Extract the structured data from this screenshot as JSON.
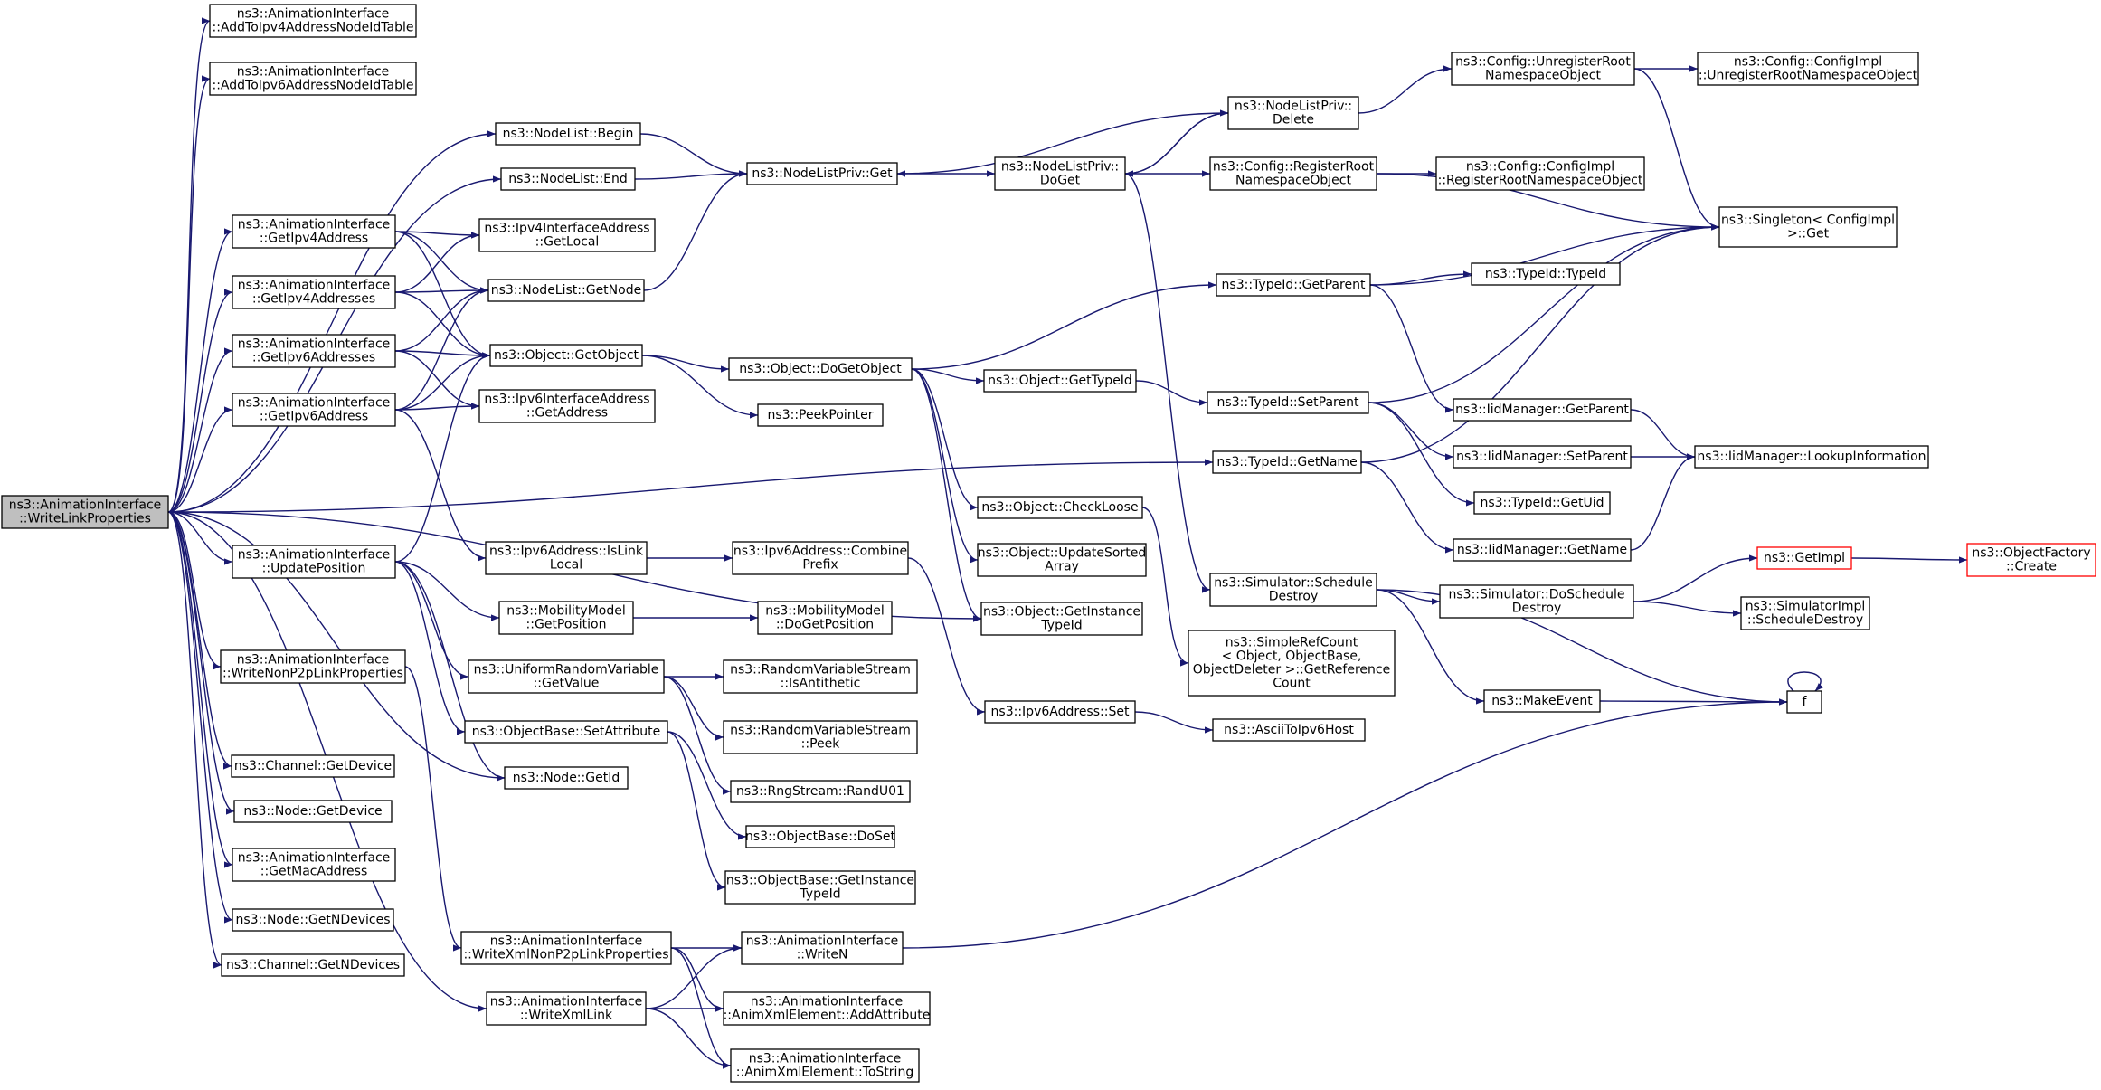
{
  "colors": {
    "edge": "#191970",
    "node_border": "#000000",
    "node_fill": "#ffffff",
    "root_fill": "#bfbfbf",
    "root_border": "#000000",
    "missing_border": "#ff0000"
  },
  "nodes": [
    {
      "id": "root",
      "lines": [
        "ns3::AnimationInterface",
        "::WriteLinkProperties"
      ],
      "style": "root"
    },
    {
      "id": "addV4Table",
      "lines": [
        "ns3::AnimationInterface",
        "::AddToIpv4AddressNodeIdTable"
      ]
    },
    {
      "id": "addV6Table",
      "lines": [
        "ns3::AnimationInterface",
        "::AddToIpv6AddressNodeIdTable"
      ]
    },
    {
      "id": "nlBegin",
      "lines": [
        "ns3::NodeList::Begin"
      ]
    },
    {
      "id": "nlEnd",
      "lines": [
        "ns3::NodeList::End"
      ]
    },
    {
      "id": "getIpv4",
      "lines": [
        "ns3::AnimationInterface",
        "::GetIpv4Address"
      ]
    },
    {
      "id": "getIpv4s",
      "lines": [
        "ns3::AnimationInterface",
        "::GetIpv4Addresses"
      ]
    },
    {
      "id": "getIpv6s",
      "lines": [
        "ns3::AnimationInterface",
        "::GetIpv6Addresses"
      ]
    },
    {
      "id": "getIpv6",
      "lines": [
        "ns3::AnimationInterface",
        "::GetIpv6Address"
      ]
    },
    {
      "id": "updatePos",
      "lines": [
        "ns3::AnimationInterface",
        "::UpdatePosition"
      ]
    },
    {
      "id": "writeNonP2p",
      "lines": [
        "ns3::AnimationInterface",
        "::WriteNonP2pLinkProperties"
      ]
    },
    {
      "id": "chGetDevice",
      "lines": [
        "ns3::Channel::GetDevice"
      ]
    },
    {
      "id": "nodeGetDevice",
      "lines": [
        "ns3::Node::GetDevice"
      ]
    },
    {
      "id": "getMac",
      "lines": [
        "ns3::AnimationInterface",
        "::GetMacAddress"
      ]
    },
    {
      "id": "nodeGetNDev",
      "lines": [
        "ns3::Node::GetNDevices"
      ]
    },
    {
      "id": "chGetNDev",
      "lines": [
        "ns3::Channel::GetNDevices"
      ]
    },
    {
      "id": "ipv4IfGetLocal",
      "lines": [
        "ns3::Ipv4InterfaceAddress",
        "::GetLocal"
      ]
    },
    {
      "id": "nlGetNode",
      "lines": [
        "ns3::NodeList::GetNode"
      ]
    },
    {
      "id": "objGetObject",
      "lines": [
        "ns3::Object::GetObject"
      ]
    },
    {
      "id": "ipv6IfGetAddr",
      "lines": [
        "ns3::Ipv6InterfaceAddress",
        "::GetAddress"
      ]
    },
    {
      "id": "ipv6IsLinkLocal",
      "lines": [
        "ns3::Ipv6Address::IsLink",
        "Local"
      ]
    },
    {
      "id": "mmGetPos",
      "lines": [
        "ns3::MobilityModel",
        "::GetPosition"
      ]
    },
    {
      "id": "urvGetValue",
      "lines": [
        "ns3::UniformRandomVariable",
        "::GetValue"
      ]
    },
    {
      "id": "obSetAttr",
      "lines": [
        "ns3::ObjectBase::SetAttribute"
      ]
    },
    {
      "id": "nodeGetId",
      "lines": [
        "ns3::Node::GetId"
      ]
    },
    {
      "id": "writeXmlNonP2p",
      "lines": [
        "ns3::AnimationInterface",
        "::WriteXmlNonP2pLinkProperties"
      ]
    },
    {
      "id": "writeXmlLink",
      "lines": [
        "ns3::AnimationInterface",
        "::WriteXmlLink"
      ]
    },
    {
      "id": "nlpGet",
      "lines": [
        "ns3::NodeListPriv::Get"
      ]
    },
    {
      "id": "objDoGetObject",
      "lines": [
        "ns3::Object::DoGetObject"
      ]
    },
    {
      "id": "peekPointer",
      "lines": [
        "ns3::PeekPointer"
      ]
    },
    {
      "id": "ipv6CombinePrefix",
      "lines": [
        "ns3::Ipv6Address::Combine",
        "Prefix"
      ]
    },
    {
      "id": "mmDoGetPos",
      "lines": [
        "ns3::MobilityModel",
        "::DoGetPosition"
      ]
    },
    {
      "id": "rvsIsAntithetic",
      "lines": [
        "ns3::RandomVariableStream",
        "::IsAntithetic"
      ]
    },
    {
      "id": "rvsPeek",
      "lines": [
        "ns3::RandomVariableStream",
        "::Peek"
      ]
    },
    {
      "id": "rngRandU01",
      "lines": [
        "ns3::RngStream::RandU01"
      ]
    },
    {
      "id": "obDoSet",
      "lines": [
        "ns3::ObjectBase::DoSet"
      ]
    },
    {
      "id": "obGetInstTid",
      "lines": [
        "ns3::ObjectBase::GetInstance",
        "TypeId"
      ]
    },
    {
      "id": "aiWriteN",
      "lines": [
        "ns3::AnimationInterface",
        "::WriteN"
      ]
    },
    {
      "id": "aiAddAttr",
      "lines": [
        "ns3::AnimationInterface",
        "::AnimXmlElement::AddAttribute"
      ]
    },
    {
      "id": "aiToString",
      "lines": [
        "ns3::AnimationInterface",
        "::AnimXmlElement::ToString"
      ]
    },
    {
      "id": "nlpDoGet",
      "lines": [
        "ns3::NodeListPriv::",
        "DoGet"
      ]
    },
    {
      "id": "objGetTypeId",
      "lines": [
        "ns3::Object::GetTypeId"
      ]
    },
    {
      "id": "objCheckLoose",
      "lines": [
        "ns3::Object::CheckLoose"
      ]
    },
    {
      "id": "objUpdateSorted",
      "lines": [
        "ns3::Object::UpdateSorted",
        "Array"
      ]
    },
    {
      "id": "objGetInstTid",
      "lines": [
        "ns3::Object::GetInstance",
        "TypeId"
      ]
    },
    {
      "id": "ipv6Set",
      "lines": [
        "ns3::Ipv6Address::Set"
      ]
    },
    {
      "id": "nlpDelete",
      "lines": [
        "ns3::NodeListPriv::",
        "Delete"
      ]
    },
    {
      "id": "cfgRegRoot",
      "lines": [
        "ns3::Config::RegisterRoot",
        "NamespaceObject"
      ]
    },
    {
      "id": "tidGetParent",
      "lines": [
        "ns3::TypeId::GetParent"
      ]
    },
    {
      "id": "tidSetParent",
      "lines": [
        "ns3::TypeId::SetParent"
      ]
    },
    {
      "id": "tidGetName",
      "lines": [
        "ns3::TypeId::GetName"
      ]
    },
    {
      "id": "simSchedDestroy",
      "lines": [
        "ns3::Simulator::Schedule",
        "Destroy"
      ]
    },
    {
      "id": "srcGetRefCount",
      "lines": [
        "ns3::SimpleRefCount",
        "< Object, ObjectBase,",
        "ObjectDeleter >::GetReference",
        "Count"
      ]
    },
    {
      "id": "asciiToIpv6",
      "lines": [
        "ns3::AsciiToIpv6Host"
      ]
    },
    {
      "id": "cfgUnregRoot",
      "lines": [
        "ns3::Config::UnregisterRoot",
        "NamespaceObject"
      ]
    },
    {
      "id": "cfgImplReg",
      "lines": [
        "ns3::Config::ConfigImpl",
        "::RegisterRootNamespaceObject"
      ]
    },
    {
      "id": "tidTypeId",
      "lines": [
        "ns3::TypeId::TypeId"
      ]
    },
    {
      "id": "iidGetParent",
      "lines": [
        "ns3::IidManager::GetParent"
      ]
    },
    {
      "id": "iidSetParent",
      "lines": [
        "ns3::IidManager::SetParent"
      ]
    },
    {
      "id": "tidGetUid",
      "lines": [
        "ns3::TypeId::GetUid"
      ]
    },
    {
      "id": "iidGetName",
      "lines": [
        "ns3::IidManager::GetName"
      ]
    },
    {
      "id": "simDoSchedDestroy",
      "lines": [
        "ns3::Simulator::DoSchedule",
        "Destroy"
      ]
    },
    {
      "id": "makeEvent",
      "lines": [
        "ns3::MakeEvent"
      ]
    },
    {
      "id": "cfgImplUnreg",
      "lines": [
        "ns3::Config::ConfigImpl",
        "::UnregisterRootNamespaceObject"
      ]
    },
    {
      "id": "singletonGet",
      "lines": [
        "ns3::Singleton< ConfigImpl",
        ">::Get"
      ]
    },
    {
      "id": "iidLookup",
      "lines": [
        "ns3::IidManager::LookupInformation"
      ]
    },
    {
      "id": "getImpl",
      "lines": [
        "ns3::GetImpl"
      ],
      "style": "missing"
    },
    {
      "id": "simImplSched",
      "lines": [
        "ns3::SimulatorImpl",
        "::ScheduleDestroy"
      ]
    },
    {
      "id": "f",
      "lines": [
        "f"
      ]
    },
    {
      "id": "objFactoryCreate",
      "lines": [
        "ns3::ObjectFactory",
        "::Create"
      ],
      "style": "missing"
    }
  ],
  "edges": [
    [
      "root",
      "addV4Table"
    ],
    [
      "root",
      "addV6Table"
    ],
    [
      "root",
      "nlBegin"
    ],
    [
      "root",
      "nlEnd"
    ],
    [
      "root",
      "getIpv4"
    ],
    [
      "root",
      "getIpv4s"
    ],
    [
      "root",
      "getIpv6s"
    ],
    [
      "root",
      "getIpv6"
    ],
    [
      "root",
      "tidGetName"
    ],
    [
      "root",
      "objGetInstTid"
    ],
    [
      "root",
      "updatePos"
    ],
    [
      "root",
      "writeNonP2p"
    ],
    [
      "root",
      "chGetDevice"
    ],
    [
      "root",
      "nodeGetDevice"
    ],
    [
      "root",
      "getMac"
    ],
    [
      "root",
      "nodeGetNDev"
    ],
    [
      "root",
      "chGetNDev"
    ],
    [
      "root",
      "nodeGetId"
    ],
    [
      "root",
      "writeXmlLink"
    ],
    [
      "getIpv4",
      "ipv4IfGetLocal"
    ],
    [
      "getIpv4",
      "nlGetNode"
    ],
    [
      "getIpv4",
      "objGetObject"
    ],
    [
      "getIpv4s",
      "ipv4IfGetLocal"
    ],
    [
      "getIpv4s",
      "nlGetNode"
    ],
    [
      "getIpv4s",
      "objGetObject"
    ],
    [
      "getIpv6s",
      "objGetObject"
    ],
    [
      "getIpv6s",
      "ipv6IfGetAddr"
    ],
    [
      "getIpv6s",
      "nlGetNode"
    ],
    [
      "getIpv6",
      "ipv6IfGetAddr"
    ],
    [
      "getIpv6",
      "nlGetNode"
    ],
    [
      "getIpv6",
      "objGetObject"
    ],
    [
      "getIpv6",
      "ipv6IsLinkLocal"
    ],
    [
      "updatePos",
      "objGetObject"
    ],
    [
      "updatePos",
      "mmGetPos"
    ],
    [
      "updatePos",
      "urvGetValue"
    ],
    [
      "updatePos",
      "obSetAttr"
    ],
    [
      "updatePos",
      "nodeGetId"
    ],
    [
      "writeNonP2p",
      "writeXmlNonP2p"
    ],
    [
      "nlBegin",
      "nlpGet"
    ],
    [
      "nlEnd",
      "nlpGet"
    ],
    [
      "nlGetNode",
      "nlpGet"
    ],
    [
      "objGetObject",
      "objDoGetObject"
    ],
    [
      "objGetObject",
      "peekPointer"
    ],
    [
      "ipv6IsLinkLocal",
      "ipv6CombinePrefix"
    ],
    [
      "mmGetPos",
      "mmDoGetPos"
    ],
    [
      "urvGetValue",
      "rvsIsAntithetic"
    ],
    [
      "urvGetValue",
      "rvsPeek"
    ],
    [
      "urvGetValue",
      "rngRandU01"
    ],
    [
      "obSetAttr",
      "obDoSet"
    ],
    [
      "obSetAttr",
      "obGetInstTid"
    ],
    [
      "writeXmlNonP2p",
      "aiWriteN"
    ],
    [
      "writeXmlNonP2p",
      "aiAddAttr"
    ],
    [
      "writeXmlNonP2p",
      "aiToString"
    ],
    [
      "writeXmlLink",
      "aiWriteN"
    ],
    [
      "writeXmlLink",
      "aiAddAttr"
    ],
    [
      "writeXmlLink",
      "aiToString"
    ],
    [
      "nlpGet",
      "nlpDoGet"
    ],
    [
      "objDoGetObject",
      "tidGetParent"
    ],
    [
      "objDoGetObject",
      "objGetTypeId"
    ],
    [
      "objDoGetObject",
      "objCheckLoose"
    ],
    [
      "objDoGetObject",
      "objUpdateSorted"
    ],
    [
      "objDoGetObject",
      "objGetInstTid"
    ],
    [
      "ipv6CombinePrefix",
      "ipv6Set"
    ],
    [
      "aiWriteN",
      "f"
    ],
    [
      "nlpDoGet",
      "nlpDelete"
    ],
    [
      "nlpDoGet",
      "cfgRegRoot"
    ],
    [
      "nlpDoGet",
      "simSchedDestroy"
    ],
    [
      "nlpDelete",
      "nlpGet"
    ],
    [
      "nlpDelete",
      "nlpDoGet"
    ],
    [
      "nlpDelete",
      "cfgUnregRoot"
    ],
    [
      "cfgRegRoot",
      "cfgImplReg"
    ],
    [
      "cfgRegRoot",
      "singletonGet"
    ],
    [
      "cfgUnregRoot",
      "cfgImplUnreg"
    ],
    [
      "cfgUnregRoot",
      "singletonGet"
    ],
    [
      "tidGetParent",
      "tidTypeId"
    ],
    [
      "tidGetParent",
      "singletonGet"
    ],
    [
      "tidGetParent",
      "iidGetParent"
    ],
    [
      "objGetTypeId",
      "tidSetParent"
    ],
    [
      "tidSetParent",
      "iidSetParent"
    ],
    [
      "tidSetParent",
      "tidGetUid"
    ],
    [
      "tidSetParent",
      "singletonGet"
    ],
    [
      "tidGetName",
      "iidGetName"
    ],
    [
      "tidGetName",
      "singletonGet"
    ],
    [
      "iidGetParent",
      "iidLookup"
    ],
    [
      "iidSetParent",
      "iidLookup"
    ],
    [
      "iidGetName",
      "iidLookup"
    ],
    [
      "objCheckLoose",
      "srcGetRefCount"
    ],
    [
      "ipv6Set",
      "asciiToIpv6"
    ],
    [
      "simSchedDestroy",
      "simDoSchedDestroy"
    ],
    [
      "simSchedDestroy",
      "makeEvent"
    ],
    [
      "simSchedDestroy",
      "f"
    ],
    [
      "simDoSchedDestroy",
      "getImpl"
    ],
    [
      "simDoSchedDestroy",
      "simImplSched"
    ],
    [
      "makeEvent",
      "f"
    ],
    [
      "getImpl",
      "objFactoryCreate"
    ],
    [
      "f",
      "f"
    ]
  ]
}
